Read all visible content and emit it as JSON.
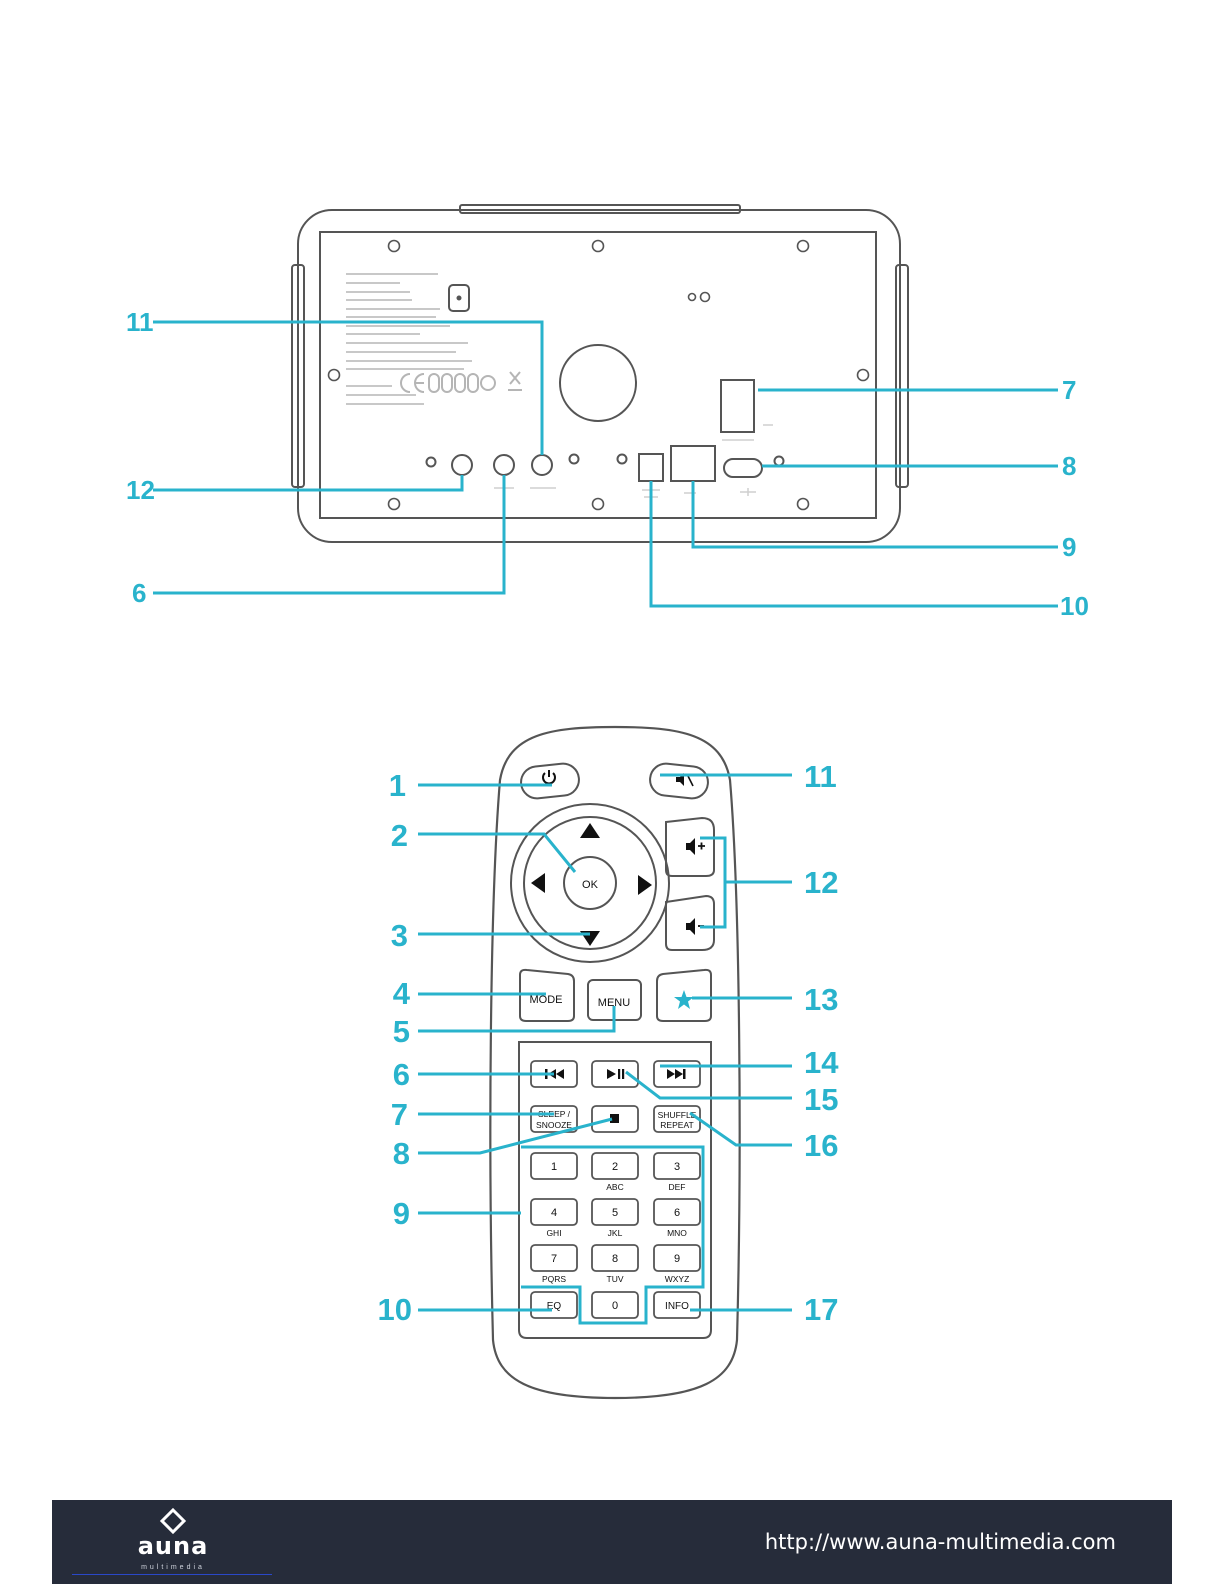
{
  "device_back": {
    "callouts": [
      "11",
      "12",
      "6",
      "7",
      "8",
      "9",
      "10"
    ]
  },
  "remote": {
    "callouts_left": [
      "1",
      "2",
      "3",
      "4",
      "5",
      "6",
      "7",
      "8",
      "9",
      "10"
    ],
    "callouts_right": [
      "11",
      "12",
      "13",
      "14",
      "15",
      "16",
      "17"
    ],
    "ok_label": "OK",
    "mode_label": "MODE",
    "menu_label": "MENU",
    "sleep_label_1": "SLEEP /",
    "sleep_label_2": "SNOOZE",
    "shuffle_label_1": "SHUFFLE",
    "shuffle_label_2": "REPEAT",
    "eq_label": "EQ",
    "info_label": "INFO",
    "keys": [
      {
        "num": "1",
        "letters": ""
      },
      {
        "num": "2",
        "letters": "ABC"
      },
      {
        "num": "3",
        "letters": "DEF"
      },
      {
        "num": "4",
        "letters": "GHI"
      },
      {
        "num": "5",
        "letters": "JKL"
      },
      {
        "num": "6",
        "letters": "MNO"
      },
      {
        "num": "7",
        "letters": "PQRS"
      },
      {
        "num": "8",
        "letters": "TUV"
      },
      {
        "num": "9",
        "letters": "WXYZ"
      }
    ],
    "zero_label": "0"
  },
  "footer": {
    "logo_text": "auna",
    "logo_sub": "multimedia",
    "url": "http://www.auna-multimedia.com"
  },
  "colors": {
    "accent": "#29b3cc",
    "outline": "#555555",
    "footer_bg": "#262c3a"
  }
}
